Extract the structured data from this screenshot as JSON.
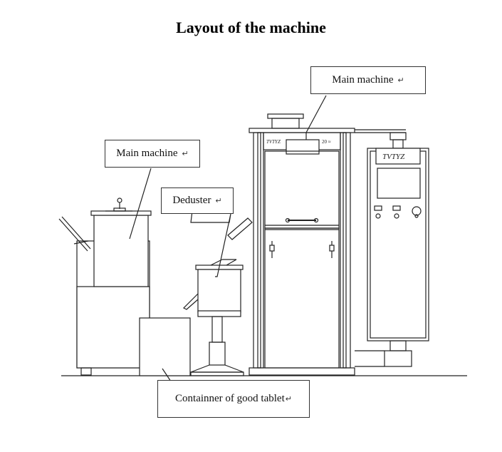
{
  "title": "Layout of the machine",
  "labels": {
    "main_machine_right": "Main machine",
    "main_machine_left": "Main machine",
    "deduster": "Deduster",
    "container": "Containner of good tablet"
  },
  "return_glyph": "↵",
  "panel_brand": "TVTYZ",
  "cabinet_left_mark": "TVTYZ",
  "cabinet_right_mark": "20 ≈"
}
